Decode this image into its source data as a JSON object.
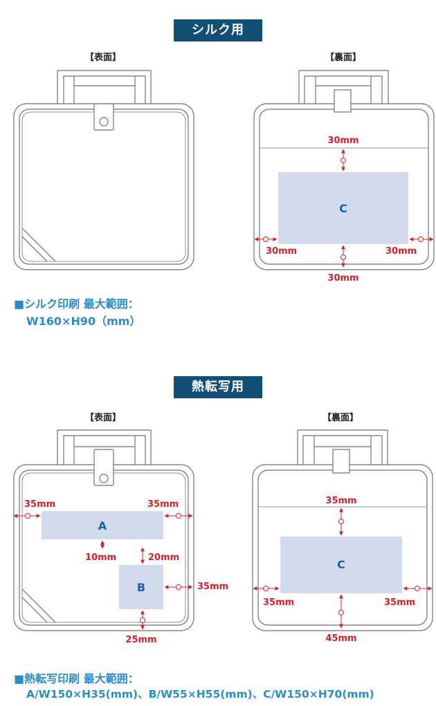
{
  "colors": {
    "badge": "#134f75",
    "dimension": "#d61f2a",
    "print_area": "#d2dbec",
    "area_letter": "#1d5fae",
    "note": "#2c8cc8",
    "outline": "#6f6f6f"
  },
  "silk": {
    "title": "シルク用",
    "front_label": "【表面】",
    "back_label": "【裏面】",
    "back": {
      "area_label": "C",
      "dim_top": "30mm",
      "dim_left": "30mm",
      "dim_right": "30mm",
      "dim_bottom": "30mm"
    },
    "note_marker": "■",
    "note_title": "シルク印刷 最大範囲：",
    "note_detail": "W160×H90（mm）"
  },
  "transfer": {
    "title": "熱転写用",
    "front_label": "【表面】",
    "back_label": "【裏面】",
    "front": {
      "area_a_label": "A",
      "area_b_label": "B",
      "dim_a_left": "35mm",
      "dim_a_right": "35mm",
      "dim_gap_left": "10mm",
      "dim_gap_right": "20mm",
      "dim_b_right": "35mm",
      "dim_b_bottom": "25mm"
    },
    "back": {
      "area_label": "C",
      "dim_top": "35mm",
      "dim_left": "35mm",
      "dim_right": "35mm",
      "dim_bottom": "45mm"
    },
    "note_marker": "■",
    "note_title": "熱転写印刷 最大範囲：",
    "note_detail": "A/W150×H35(mm)、B/W55×H55(mm)、C/W150×H70(mm)"
  }
}
